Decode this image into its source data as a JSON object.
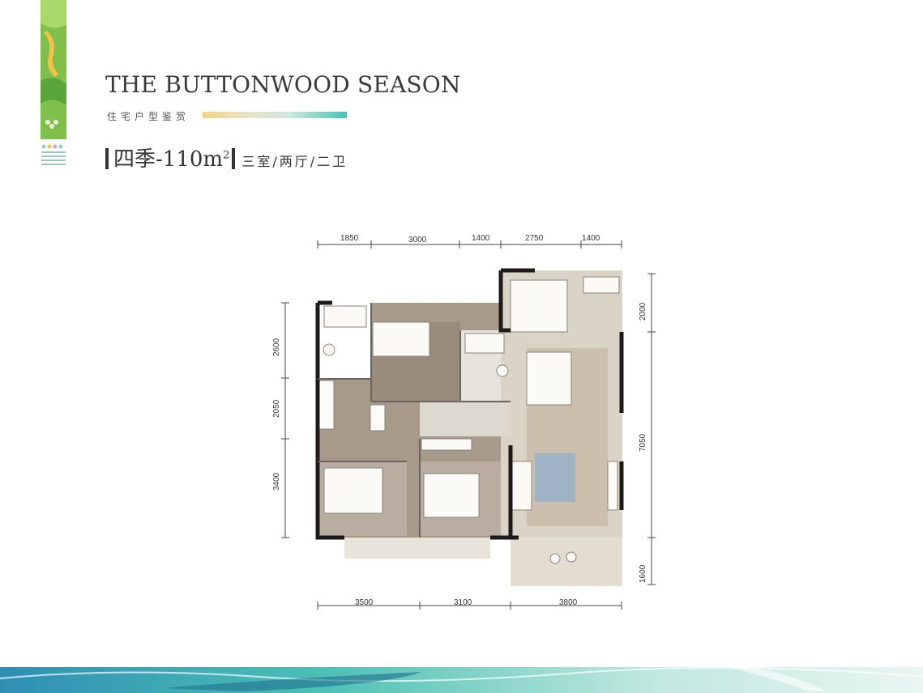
{
  "header": {
    "title": "THE BUTTONWOOD SEASON",
    "subtitle": "住宅户型鉴赏"
  },
  "unit": {
    "name": "四季-110m",
    "area_sup": "2",
    "rooms": "三室/两厅/二卫"
  },
  "dimensions": {
    "top": [
      "1850",
      "3000",
      "1400",
      "2750",
      "1400"
    ],
    "left": [
      "2600",
      "2050",
      "3400"
    ],
    "right": [
      "2000",
      "7050",
      "1600"
    ],
    "bottom": [
      "3500",
      "3100",
      "3800"
    ]
  },
  "colors": {
    "ribbon_green": "#7fbf4a",
    "accent_teal": "#48c3b0",
    "accent_gold": "#f2d38a",
    "wall": "#1e1a1a",
    "wood_floor": "#a79a8a",
    "tile_floor": "#d9d4c6",
    "carpet": "#b9aca0",
    "rug_blue": "#9fb3c4"
  }
}
